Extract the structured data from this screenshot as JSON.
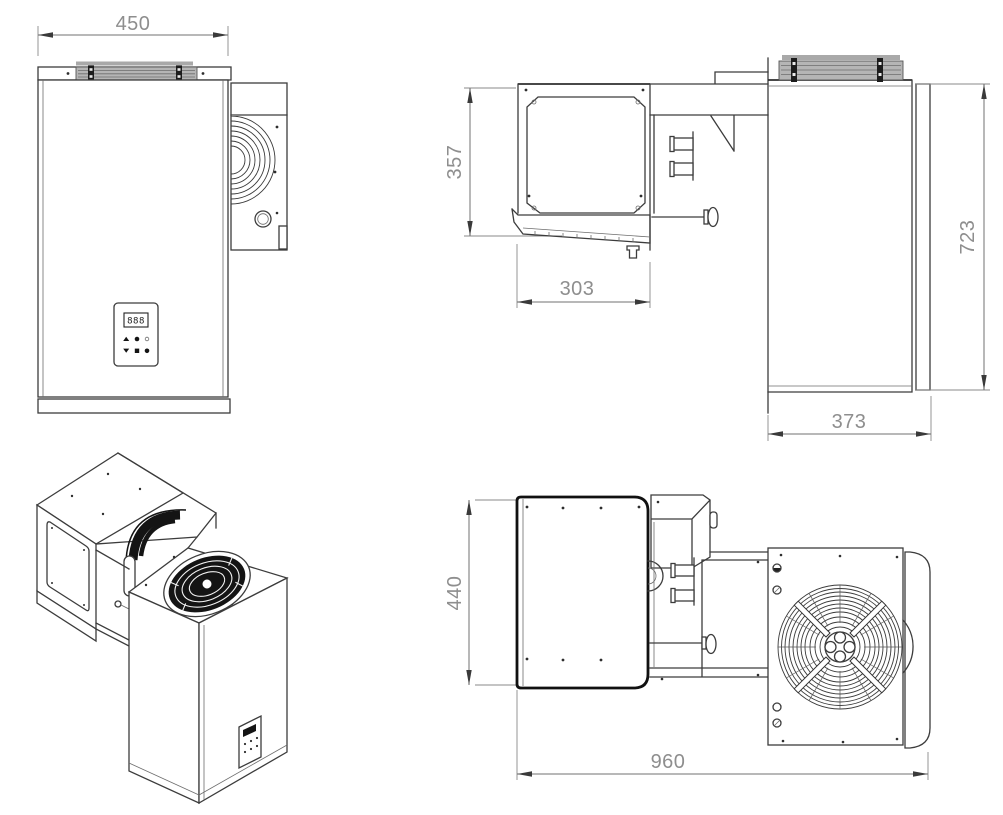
{
  "drawing": {
    "type": "technical-drawing",
    "subject": "monoblock refrigeration unit, four orthographic/isometric views with dimensions (mm)",
    "dimensions": {
      "front_width": "450",
      "evaporator_height": "357",
      "evaporator_depth": "303",
      "overall_height": "723",
      "condenser_depth": "373",
      "evaporator_width": "440",
      "overall_length": "960"
    },
    "controller": {
      "display_value": "888"
    },
    "colors": {
      "background": "#ffffff",
      "line": "#3c3c3c",
      "dimension_text": "#8e8e8e",
      "bracket_fill": "#b5b5b5",
      "fan_dark": "#141414"
    }
  }
}
